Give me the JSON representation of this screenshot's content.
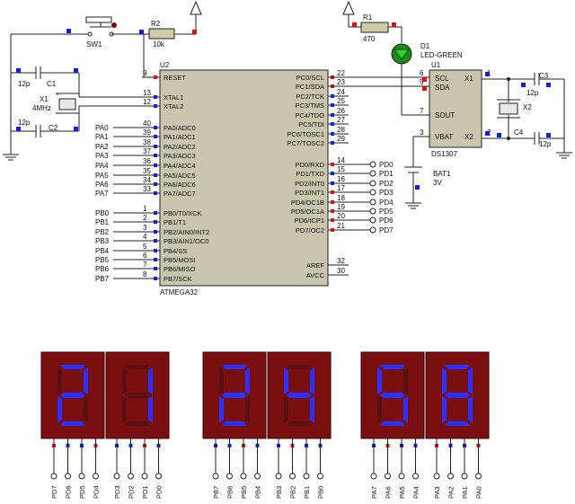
{
  "mcu": {
    "ref": "U2",
    "part": "ATMEGA32",
    "left_pins": [
      {
        "num": "9",
        "name": "RESET"
      },
      {
        "num": "13",
        "name": "XTAL1"
      },
      {
        "num": "12",
        "name": "XTAL2"
      },
      {
        "num": "40",
        "name": "PA0/ADC0"
      },
      {
        "num": "39",
        "name": "PA1/ADC1"
      },
      {
        "num": "38",
        "name": "PA2/ADC2"
      },
      {
        "num": "37",
        "name": "PA3/ADC3"
      },
      {
        "num": "36",
        "name": "PA4/ADC4"
      },
      {
        "num": "35",
        "name": "PA5/ADC5"
      },
      {
        "num": "34",
        "name": "PA6/ADC6"
      },
      {
        "num": "33",
        "name": "PA7/ADC7"
      },
      {
        "num": "1",
        "name": "PB0/T0/XCK"
      },
      {
        "num": "2",
        "name": "PB1/T1"
      },
      {
        "num": "3",
        "name": "PB2/AIN0/INT2"
      },
      {
        "num": "4",
        "name": "PB3/AIN1/OC0"
      },
      {
        "num": "5",
        "name": "PB4/SS"
      },
      {
        "num": "6",
        "name": "PB5/MOSI"
      },
      {
        "num": "7",
        "name": "PB6/MISO"
      },
      {
        "num": "8",
        "name": "PB7/SCK"
      }
    ],
    "right_pins": [
      {
        "num": "22",
        "name": "PC0/SCL"
      },
      {
        "num": "23",
        "name": "PC1/SDA"
      },
      {
        "num": "24",
        "name": "PC2/TCK"
      },
      {
        "num": "25",
        "name": "PC3/TMS"
      },
      {
        "num": "26",
        "name": "PC4/TDO"
      },
      {
        "num": "27",
        "name": "PC5/TDI"
      },
      {
        "num": "28",
        "name": "PC6/TOSC1"
      },
      {
        "num": "29",
        "name": "PC7/TOSC2"
      },
      {
        "num": "14",
        "name": "PD0/RXD"
      },
      {
        "num": "15",
        "name": "PD1/TXD"
      },
      {
        "num": "16",
        "name": "PD2/INT0"
      },
      {
        "num": "17",
        "name": "PD3/INT1"
      },
      {
        "num": "18",
        "name": "PD4/OC1B"
      },
      {
        "num": "19",
        "name": "PD5/OC1A"
      },
      {
        "num": "20",
        "name": "PD6/ICP1"
      },
      {
        "num": "21",
        "name": "PD7/OC2"
      },
      {
        "num": "32",
        "name": "AREF"
      },
      {
        "num": "30",
        "name": "AVCC"
      }
    ],
    "pa_labels": [
      "PA0",
      "PA1",
      "PA2",
      "PA3",
      "PA4",
      "PA5",
      "PA6",
      "PA7"
    ],
    "pb_labels": [
      "PB0",
      "PB1",
      "PB2",
      "PB3",
      "PB4",
      "PB5",
      "PB6",
      "PB7"
    ],
    "pd_labels": [
      "PD0",
      "PD1",
      "PD2",
      "PD3",
      "PD4",
      "PD5",
      "PD6",
      "PD7"
    ]
  },
  "rtc": {
    "ref": "U1",
    "part": "DS1307",
    "pins": [
      {
        "num": "6",
        "name": "SCL"
      },
      {
        "num": "5",
        "name": "SDA"
      },
      {
        "num": "7",
        "name": "SOUT"
      },
      {
        "num": "3",
        "name": "VBAT"
      },
      {
        "num": "1",
        "name": "X1"
      },
      {
        "num": "2",
        "name": "X2"
      }
    ]
  },
  "components": {
    "sw1": "SW1",
    "r2": {
      "ref": "R2",
      "value": "10k"
    },
    "r1": {
      "ref": "R1",
      "value": "470"
    },
    "d1": {
      "ref": "D1",
      "value": "LED-GREEN"
    },
    "x1": {
      "ref": "X1",
      "value": "4MHz"
    },
    "c1": {
      "ref": "C1",
      "value": "12p"
    },
    "c2": {
      "ref": "C2",
      "value": "12p"
    },
    "x2": {
      "ref": "X2"
    },
    "c3": {
      "ref": "C3",
      "value": "12p"
    },
    "c4": {
      "ref": "C4",
      "value": "12p"
    },
    "bat1": {
      "ref": "BAT1",
      "value": "3V"
    }
  },
  "displays": [
    {
      "group": "left",
      "digits": [
        "2",
        "1"
      ],
      "pins": [
        "PD7",
        "PD6",
        "PD5",
        "PD4",
        "PD3",
        "PD2",
        "PD1",
        "PD0"
      ]
    },
    {
      "group": "middle",
      "digits": [
        "2",
        "4"
      ],
      "pins": [
        "PB7",
        "PB6",
        "PB5",
        "PB4",
        "PB3",
        "PB2",
        "PB1",
        "PB0"
      ]
    },
    {
      "group": "right",
      "digits": [
        "5",
        "8"
      ],
      "pins": [
        "PA7",
        "PA6",
        "PA5",
        "PA4",
        "PA3",
        "PA2",
        "PA1",
        "PA0"
      ]
    }
  ],
  "colors": {
    "chip_fill": "#c8c6ae",
    "display_bg": "#7a0f0f",
    "segment_on": "#2a30ff",
    "segment_off": "#5a1010",
    "pin_high": "#e01010",
    "pin_low": "#1020e0",
    "led_green": "#1a8a1a"
  }
}
